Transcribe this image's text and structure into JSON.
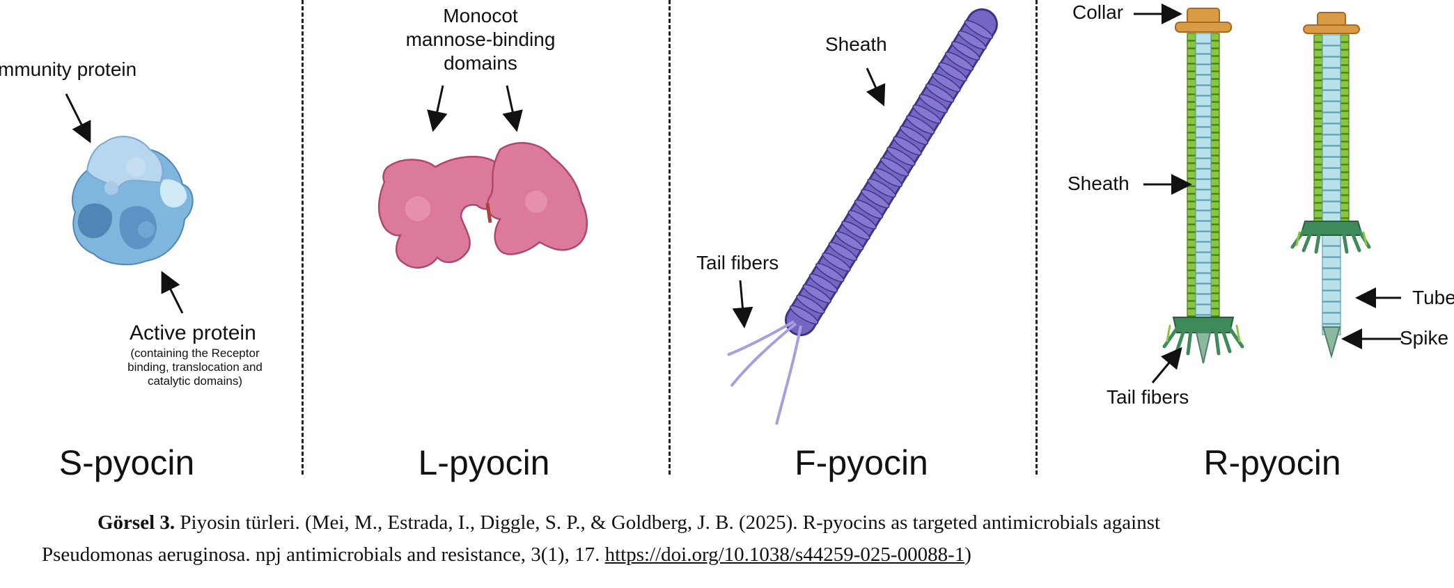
{
  "panels": {
    "s": {
      "title": "S-pyocin",
      "immunity_label": "mmunity protein",
      "active_label": "Active protein",
      "active_sub": [
        "(containing the Receptor",
        "binding, translocation and",
        "catalytic domains)"
      ]
    },
    "l": {
      "title": "L-pyocin",
      "domains_label": [
        "Monocot",
        "mannose-binding",
        "domains"
      ]
    },
    "f": {
      "title": "F-pyocin",
      "sheath_label": "Sheath",
      "tail_fibers_label": "Tail fibers"
    },
    "r": {
      "title": "R-pyocin",
      "collar_label": "Collar",
      "sheath_label": "Sheath",
      "tail_fibers_label": "Tail fibers",
      "tube_label": "Tube",
      "spike_label": "Spike"
    }
  },
  "caption": {
    "bold": "Görsel 3.",
    "line1": " Piyosin türleri. (Mei, M., Estrada, I., Diggle, S. P., & Goldberg, J. B. (2025). R-pyocins as targeted antimicrobials against",
    "line2": "Pseudomonas aeruginosa. npj antimicrobials and resistance, 3(1), 17. ",
    "link": "https://doi.org/10.1038/s44259-025-00088-1",
    "end": ")"
  },
  "colors": {
    "s_light": "#a9cbe8",
    "s_mid": "#7fb6dd",
    "s_dark": "#4e86b5",
    "l_fill": "#dc7a9c",
    "l_edge": "#b0466d",
    "f_fill": "#7466c2",
    "f_edge": "#3e3588",
    "f_fiber": "#a99de0",
    "r_sheath": "#8cc63f",
    "r_sheath_edge": "#3f7e1a",
    "r_tube": "#b9e1ea",
    "r_tube_edge": "#5f9fb0",
    "r_collar": "#d99b45",
    "r_base": "#3f8a5a",
    "r_spike": "#8ab8a0"
  }
}
